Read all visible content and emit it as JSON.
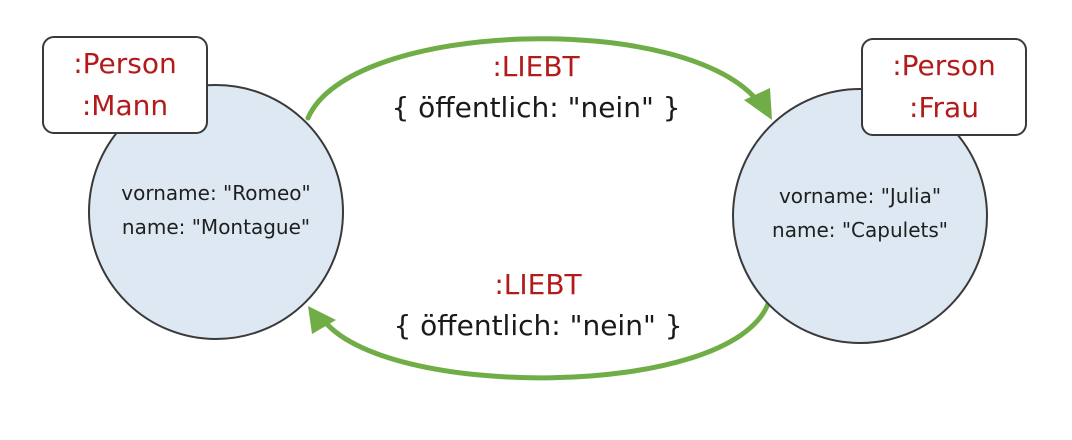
{
  "nodes": {
    "romeo": {
      "labels": [
        ":Person",
        ":Mann"
      ],
      "properties": [
        "vorname: \"Romeo\"",
        "name: \"Montague\""
      ]
    },
    "julia": {
      "labels": [
        ":Person",
        ":Frau"
      ],
      "properties": [
        "vorname: \"Julia\"",
        "name: \"Capulets\""
      ]
    }
  },
  "relationships": [
    {
      "type": ":LIEBT",
      "properties": "{ öffentlich: \"nein\" }",
      "from": "romeo",
      "to": "julia"
    },
    {
      "type": ":LIEBT",
      "properties": "{ öffentlich: \"nein\" }",
      "from": "julia",
      "to": "romeo"
    }
  ],
  "colors": {
    "edge": "#70ad47",
    "label_text": "#b31b1b",
    "node_fill": "#dde8f3",
    "node_border": "#3a3a3a"
  }
}
